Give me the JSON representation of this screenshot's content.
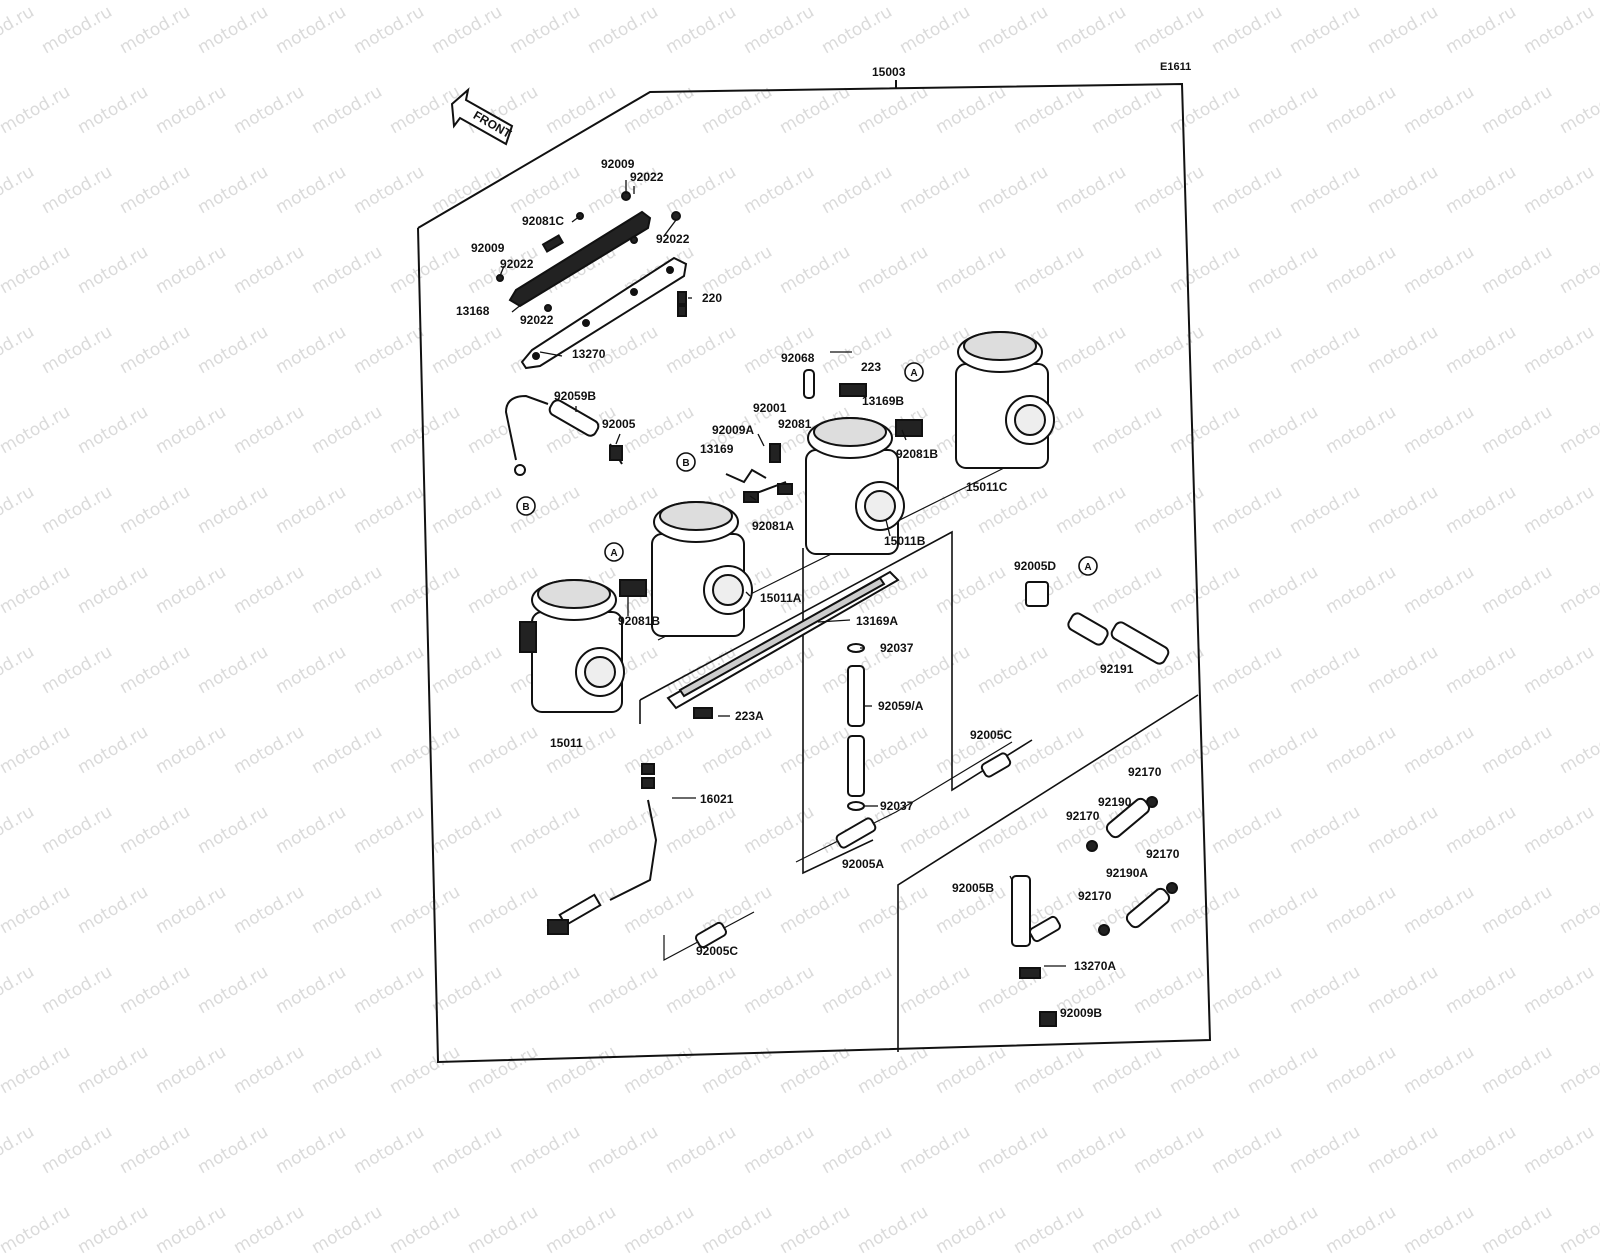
{
  "diagram": {
    "figure_code": "E1611",
    "assembly_number": "15003",
    "front_label": "FRONT",
    "watermark": "motod.ru",
    "callouts": {
      "c_92009_top": "92009",
      "c_92022_a": "92022",
      "c_92081C": "92081C",
      "c_92022_b": "92022",
      "c_92009_left": "92009",
      "c_92022_c": "92022",
      "c_220": "220",
      "c_13168": "13168",
      "c_92022_d": "92022",
      "c_13270": "13270",
      "c_92068": "92068",
      "c_223": "223",
      "c_13169B": "13169B",
      "c_92059B": "92059B",
      "c_92005": "92005",
      "c_92001": "92001",
      "c_92009A": "92009A",
      "c_92081": "92081",
      "c_13169": "13169",
      "c_92081B_mid": "92081B",
      "c_15011C": "15011C",
      "c_92081A": "92081A",
      "c_15011B": "15011B",
      "c_92005D": "92005D",
      "c_15011A": "15011A",
      "c_92081B_low": "92081B",
      "c_13169A": "13169A",
      "c_92037_top": "92037",
      "c_92191": "92191",
      "c_92059A": "92059/A",
      "c_223A": "223A",
      "c_15011": "15011",
      "c_92005C_right": "92005C",
      "c_92170_a": "92170",
      "c_92190": "92190",
      "c_92170_b": "92170",
      "c_16021": "16021",
      "c_92037_low": "92037",
      "c_92170_c": "92170",
      "c_92005A": "92005A",
      "c_92005B": "92005B",
      "c_92190A": "92190A",
      "c_92170_d": "92170",
      "c_92005C_low": "92005C",
      "c_13270A": "13270A",
      "c_92009B": "92009B"
    },
    "ref_markers": {
      "A": "A",
      "B": "B"
    }
  }
}
